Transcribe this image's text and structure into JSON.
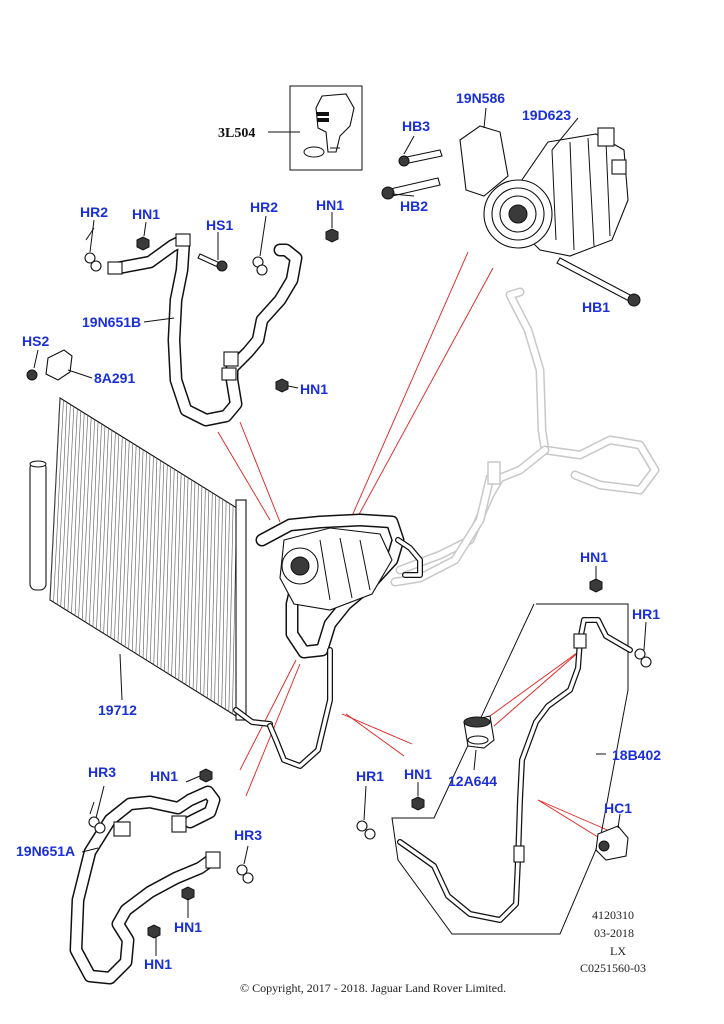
{
  "callouts": {
    "c_3L504": "3L504",
    "c_19N586": "19N586",
    "c_19D623": "19D623",
    "c_HB3": "HB3",
    "c_HB2": "HB2",
    "c_HB1": "HB1",
    "c_HR2a": "HR2",
    "c_HN1a": "HN1",
    "c_HS1": "HS1",
    "c_HR2b": "HR2",
    "c_HN1b": "HN1",
    "c_19N651B": "19N651B",
    "c_HS2": "HS2",
    "c_8A291": "8A291",
    "c_HN1c": "HN1",
    "c_19712": "19712",
    "c_HN1d": "HN1",
    "c_HR1a": "HR1",
    "c_18B402": "18B402",
    "c_12A644": "12A644",
    "c_HR1b": "HR1",
    "c_HN1e": "HN1",
    "c_HC1": "HC1",
    "c_HR3a": "HR3",
    "c_HN1f": "HN1",
    "c_HR3b": "HR3",
    "c_19N651A": "19N651A",
    "c_HN1g": "HN1",
    "c_HN1h": "HN1"
  },
  "meta": {
    "code": "4120310",
    "date": "03-2018",
    "variant": "LX",
    "ref": "C0251560-03"
  },
  "footer": {
    "copyright": "© Copyright, 2017 - 2018. Jaguar Land Rover Limited."
  },
  "colors": {
    "callout": "#1a2fd6",
    "leader_red": "#e0201e",
    "ghost": "#c8c8c8"
  }
}
